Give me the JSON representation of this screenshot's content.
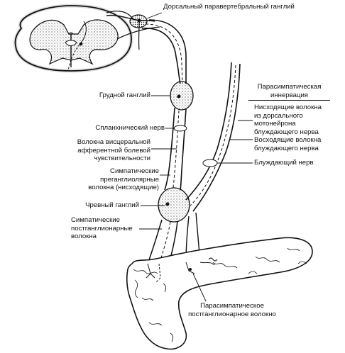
{
  "labels": {
    "dorsal_paravertebral_ganglion": "Дорсальный паравертебральный ганглий",
    "parasympathetic_innervation_line1": "Парасимпатическая",
    "parasympathetic_innervation_line2": "иннервация",
    "thoracic_ganglion": "Грудной ганглий",
    "descending_vagal_fibers_line1": "Нисходящие волокна",
    "descending_vagal_fibers_line2": "из дорсального",
    "descending_vagal_fibers_line3": "мотонейрона",
    "descending_vagal_fibers_line4": "блуждающего нерва",
    "splanchnic_nerve": "Спланхнический нерв",
    "ascending_vagal_fibers_line1": "Восходящие волокна",
    "ascending_vagal_fibers_line2": "блуждающего нерва",
    "visceral_afferent_line1": "Волокна висцеральной",
    "visceral_afferent_line2": "афферентной болевой",
    "visceral_afferent_line3": "чувствительности",
    "vagus_nerve": "Блуждающий нерв",
    "sympathetic_preganglionic_line1": "Симпатические",
    "sympathetic_preganglionic_line2": "преганглиолярные",
    "sympathetic_preganglionic_line3": "волокна (нисходящие)",
    "celiac_ganglion": "Чревный ганглий",
    "sympathetic_postganglionic_line1": "Симпатические",
    "sympathetic_postganglionic_line2": "постганглионарные",
    "sympathetic_postganglionic_line3": "волокна",
    "parasympathetic_postganglionic_line1": "Парасимпатическое",
    "parasympathetic_postganglionic_line2": "постганглионарное волокно"
  }
}
